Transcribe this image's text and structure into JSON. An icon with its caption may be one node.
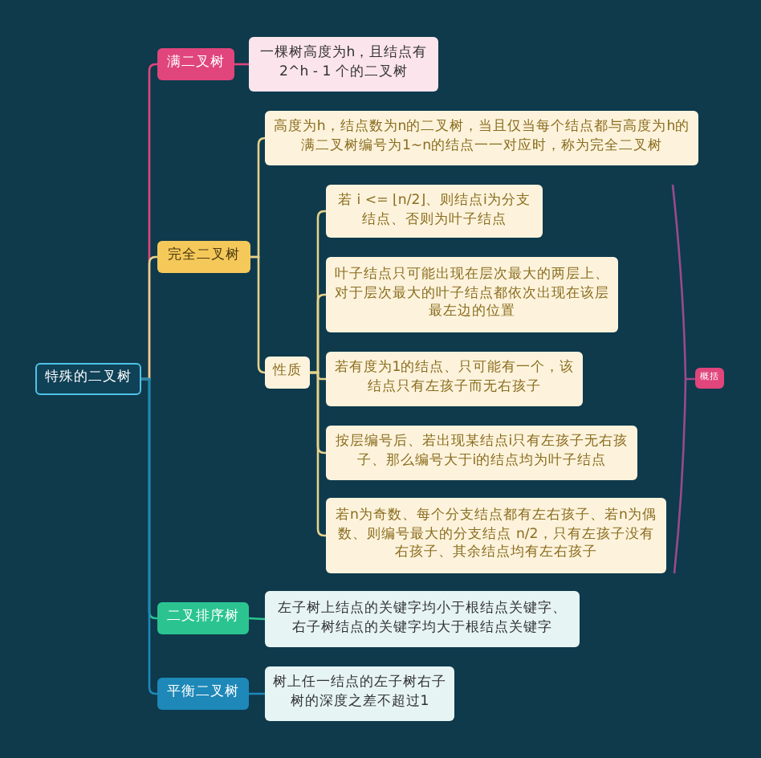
{
  "diagram": {
    "nodes": [
      {
        "text": [
          "特殊的二叉树"
        ]
      },
      {
        "text": [
          "满二叉树"
        ]
      },
      {
        "text": [
          "一棵树高度为h，且结点有2^h - 1 个的二叉树"
        ]
      },
      {
        "text": [
          "完全二叉树"
        ]
      },
      {
        "text": [
          "高度为h，结点数为n的二叉树，当且仅当每个结点都与高度为h的满二叉树编号为1~n的结点一一对应时，称为完全二叉树"
        ]
      },
      {
        "text": [
          "性质"
        ]
      },
      {
        "text": [
          "若 i <= ⌊n/2⌋、则结点i为分支结点、否则为叶子结点"
        ]
      },
      {
        "text": [
          "叶子结点只可能出现在层次最大的两层上、对于层次最大的叶子结点都依次出现在该层最左边的位置"
        ]
      },
      {
        "text": [
          "若有度为1的结点、只可能有一个，该结点只有左孩子而无右孩子"
        ]
      },
      {
        "text": [
          "按层编号后、若出现某结点i只有左孩子无右孩子、那么编号大于i的结点均为叶子结点"
        ]
      },
      {
        "text": [
          "若n为奇数、每个分支结点都有左右孩子、若n为偶数、则编号最大的分支结点 n/2，只有左孩子没有右孩子、其余结点均有左右孩子"
        ]
      },
      {
        "text": [
          "概括"
        ]
      },
      {
        "text": [
          "二叉排序树"
        ]
      },
      {
        "text": [
          "左子树上结点的关键字均小于根结点关键字、右子树结点的关键字均大于根结点关键字"
        ]
      },
      {
        "text": [
          "平衡二叉树"
        ]
      },
      {
        "text": [
          "树上任一结点的左子树右子树的深度之差不超过1"
        ]
      }
    ],
    "edges": [
      {
        "from": 0,
        "to": 1,
        "arrow": "none",
        "color": "#e0457b"
      },
      {
        "from": 0,
        "to": 3,
        "arrow": "none"
      },
      {
        "from": 0,
        "to": 12,
        "arrow": "none",
        "color": "#2bc491"
      },
      {
        "from": 0,
        "to": 14,
        "arrow": "none",
        "color": "#1e88b8"
      },
      {
        "from": 1,
        "to": 2,
        "arrow": "none",
        "color": "#e0457b"
      },
      {
        "from": 3,
        "to": 4,
        "arrow": "none"
      },
      {
        "from": 3,
        "to": 5,
        "arrow": "none"
      },
      {
        "from": 5,
        "to": 6,
        "arrow": "none"
      },
      {
        "from": 5,
        "to": 7,
        "arrow": "none"
      },
      {
        "from": 5,
        "to": 8,
        "arrow": "none"
      },
      {
        "from": 5,
        "to": 9,
        "arrow": "none"
      },
      {
        "from": 5,
        "to": 10,
        "arrow": "none"
      },
      {
        "from": 12,
        "to": 13,
        "arrow": "none",
        "color": "#2bc491"
      },
      {
        "from": 14,
        "to": 15,
        "arrow": "none",
        "color": "#1e88b8"
      }
    ]
  }
}
